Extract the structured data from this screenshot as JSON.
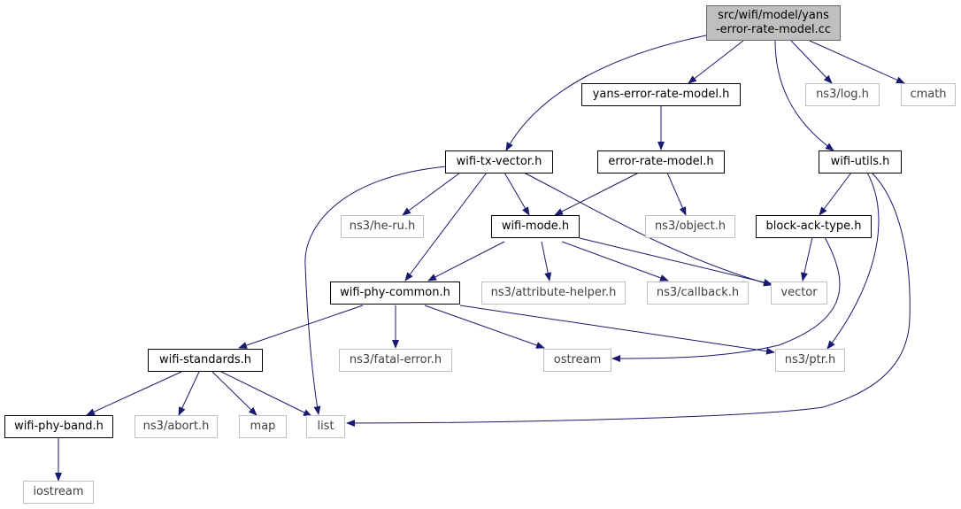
{
  "diagram": {
    "colors": {
      "edge": "#191970",
      "project_border": "#000000",
      "external_border": "#bfbfbf",
      "root_fill": "#bfbfbf"
    },
    "nodes": {
      "root": "src/wifi/model/yans\n-error-rate-model.cc",
      "yans": "yans-error-rate-model.h",
      "log": "ns3/log.h",
      "cmath": "cmath",
      "txvector": "wifi-tx-vector.h",
      "errmodel": "error-rate-model.h",
      "utils": "wifi-utils.h",
      "heru": "ns3/he-ru.h",
      "mode": "wifi-mode.h",
      "object": "ns3/object.h",
      "blockack": "block-ack-type.h",
      "phycommon": "wifi-phy-common.h",
      "attrhelper": "ns3/attribute-helper.h",
      "callback": "ns3/callback.h",
      "vector": "vector",
      "standards": "wifi-standards.h",
      "fatalerror": "ns3/fatal-error.h",
      "ostream": "ostream",
      "ptr": "ns3/ptr.h",
      "phyband": "wifi-phy-band.h",
      "abort": "ns3/abort.h",
      "map": "map",
      "list": "list",
      "iostream": "iostream"
    }
  }
}
